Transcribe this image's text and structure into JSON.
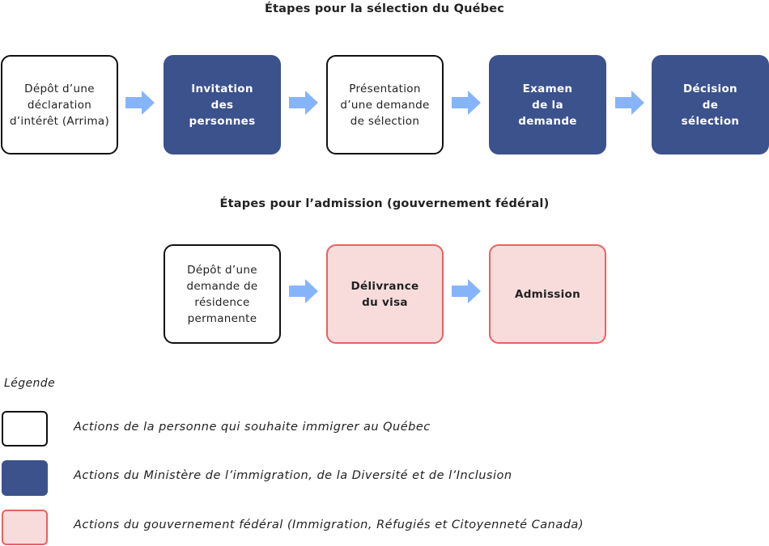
{
  "selection": {
    "title": "Étapes pour la sélection du Québec",
    "steps": [
      {
        "label": "Dépôt d’une\ndéclaration\nd’intérêt (Arrima)",
        "actor": "person"
      },
      {
        "label": "Invitation\ndes\npersonnes",
        "actor": "ministry"
      },
      {
        "label": "Présentation\nd’une demande\nde sélection",
        "actor": "person"
      },
      {
        "label": "Examen\nde la\ndemande",
        "actor": "ministry"
      },
      {
        "label": "Décision\nde\nsélection",
        "actor": "ministry"
      }
    ]
  },
  "admission": {
    "title": "Étapes pour l’admission (gouvernement fédéral)",
    "steps": [
      {
        "label": "Dépôt d’une\ndemande de\nrésidence\npermanente",
        "actor": "person"
      },
      {
        "label": "Délivrance\ndu visa",
        "actor": "federal"
      },
      {
        "label": "Admission",
        "actor": "federal"
      }
    ]
  },
  "legend": {
    "title": "Légende",
    "items": [
      {
        "actor": "person",
        "label": "Actions de la personne qui souhaite immigrer au Québec"
      },
      {
        "actor": "ministry",
        "label": "Actions du Ministère de l’immigration, de la Diversité et de l’Inclusion"
      },
      {
        "actor": "federal",
        "label": "Actions du gouvernement fédéral (Immigration, Réfugiés et Citoyenneté Canada)"
      }
    ]
  },
  "colors": {
    "ministry": "#3c528d",
    "federal_fill": "#f8dcdc",
    "federal_border": "#e8625f",
    "arrow": "#86b4fb"
  }
}
